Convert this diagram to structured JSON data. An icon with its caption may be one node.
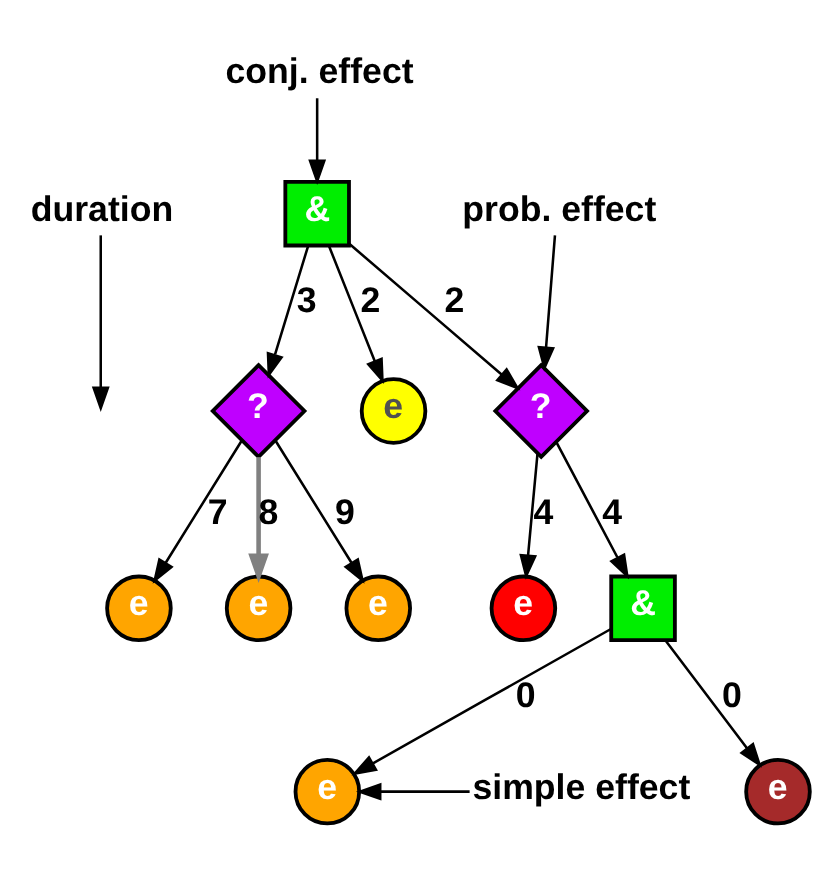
{
  "diagram": {
    "nodes": [
      {
        "text": [
          "conj. effect"
        ]
      },
      {
        "text": [
          "duration"
        ]
      },
      {
        "text": [
          "&"
        ]
      },
      {
        "text": [
          "prob. effect"
        ]
      },
      {
        "text": [
          "?"
        ]
      },
      {
        "text": [
          "e"
        ]
      },
      {
        "text": [
          "?"
        ]
      },
      {
        "text": [
          "e"
        ]
      },
      {
        "text": [
          "e"
        ]
      },
      {
        "text": [
          "e"
        ]
      },
      {
        "text": [
          "e"
        ]
      },
      {
        "text": [
          "&"
        ]
      },
      {
        "text": [
          "simple effect"
        ]
      },
      {
        "text": [
          "e"
        ]
      },
      {
        "text": [
          "e"
        ]
      }
    ],
    "edges": [
      {
        "from": 0,
        "to": 2,
        "arrow": "to"
      },
      {
        "from": 1,
        "to": null,
        "arrow": "to"
      },
      {
        "from": 3,
        "to": 6,
        "arrow": "to"
      },
      {
        "from": 2,
        "to": 4,
        "arrow": "to",
        "label": "3"
      },
      {
        "from": 2,
        "to": 5,
        "arrow": "to",
        "label": "2"
      },
      {
        "from": 2,
        "to": 6,
        "arrow": "to",
        "label": "2"
      },
      {
        "from": 4,
        "to": 7,
        "arrow": "to",
        "label": "7"
      },
      {
        "from": 4,
        "to": 8,
        "arrow": "to",
        "label": "8",
        "color": "#808080"
      },
      {
        "from": 4,
        "to": 9,
        "arrow": "to",
        "label": "9"
      },
      {
        "from": 6,
        "to": 10,
        "arrow": "to",
        "label": "4"
      },
      {
        "from": 6,
        "to": 11,
        "arrow": "to",
        "label": "4"
      },
      {
        "from": 11,
        "to": 13,
        "arrow": "to",
        "label": "0"
      },
      {
        "from": 11,
        "to": 14,
        "arrow": "to",
        "label": "0"
      },
      {
        "from": 12,
        "to": 13,
        "arrow": "to"
      }
    ]
  }
}
